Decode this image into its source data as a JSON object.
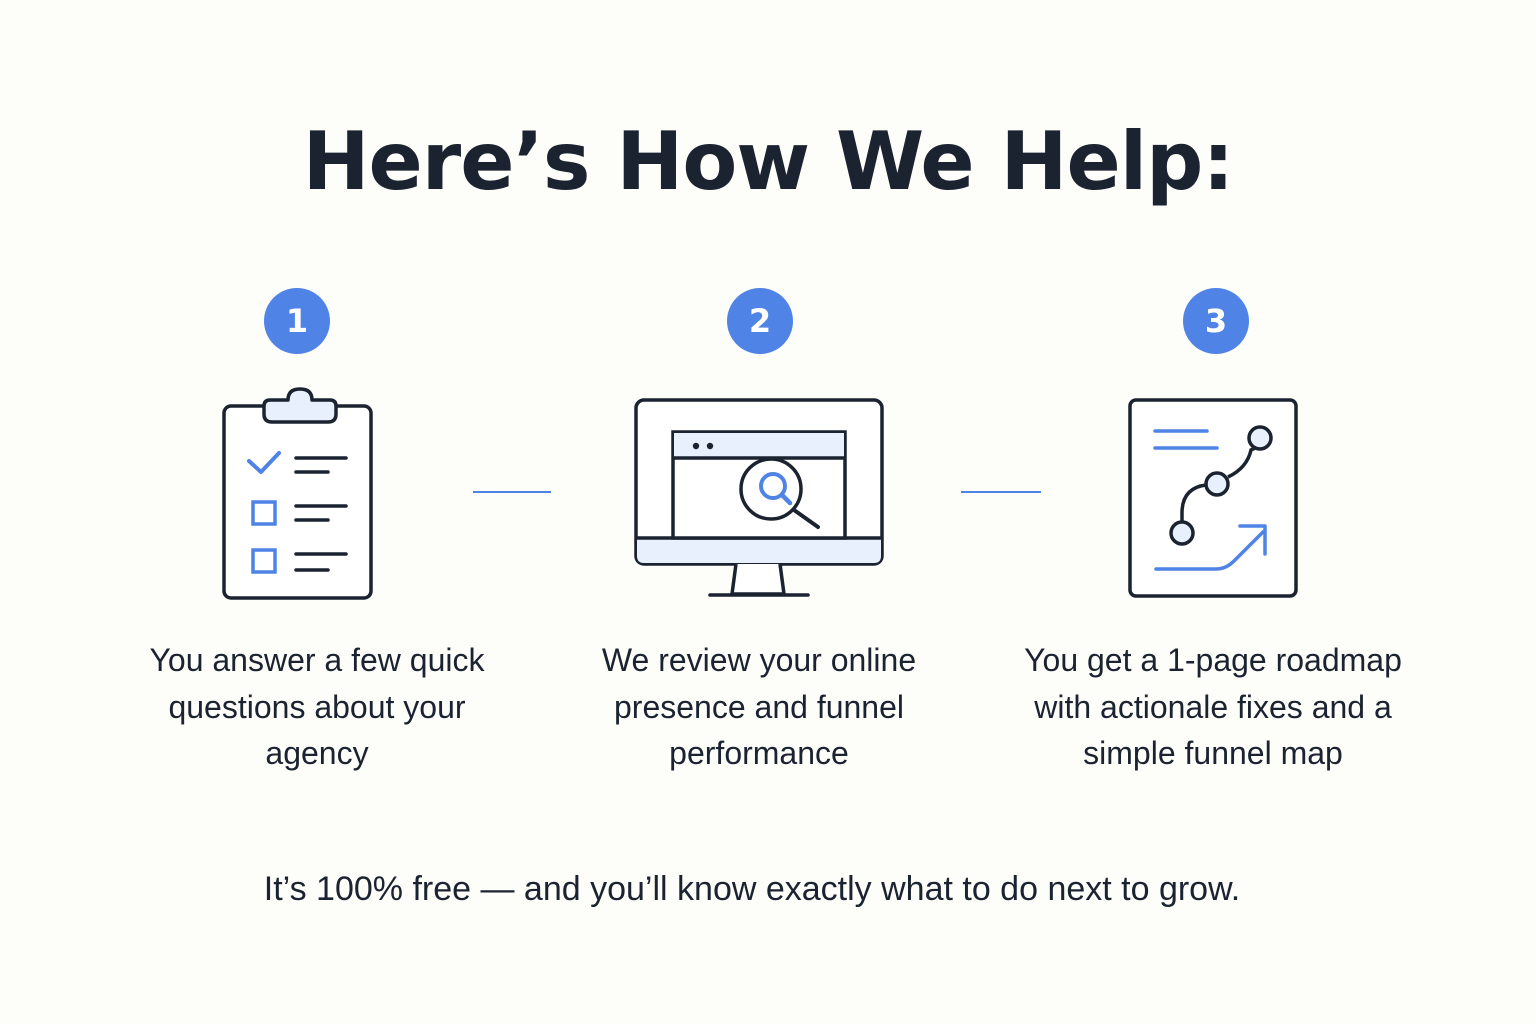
{
  "header": {
    "title": "Here’s How We Help:"
  },
  "steps": [
    {
      "number": "1",
      "icon": "clipboard-checklist-icon",
      "text": "You answer a few quick questions about your agency"
    },
    {
      "number": "2",
      "icon": "monitor-search-icon",
      "text": "We review your online presence and funnel performance"
    },
    {
      "number": "3",
      "icon": "roadmap-icon",
      "text": "You get a 1-page roadmap with actionale fixes and a simple funnel map"
    }
  ],
  "footer": {
    "text": "It’s 100% free — and you’ll know exactly what to do next to grow."
  },
  "colors": {
    "accent": "#4f83e6",
    "text": "#1b2331",
    "background": "#fdfdf9",
    "icon_fill": "#e9f0fd"
  }
}
